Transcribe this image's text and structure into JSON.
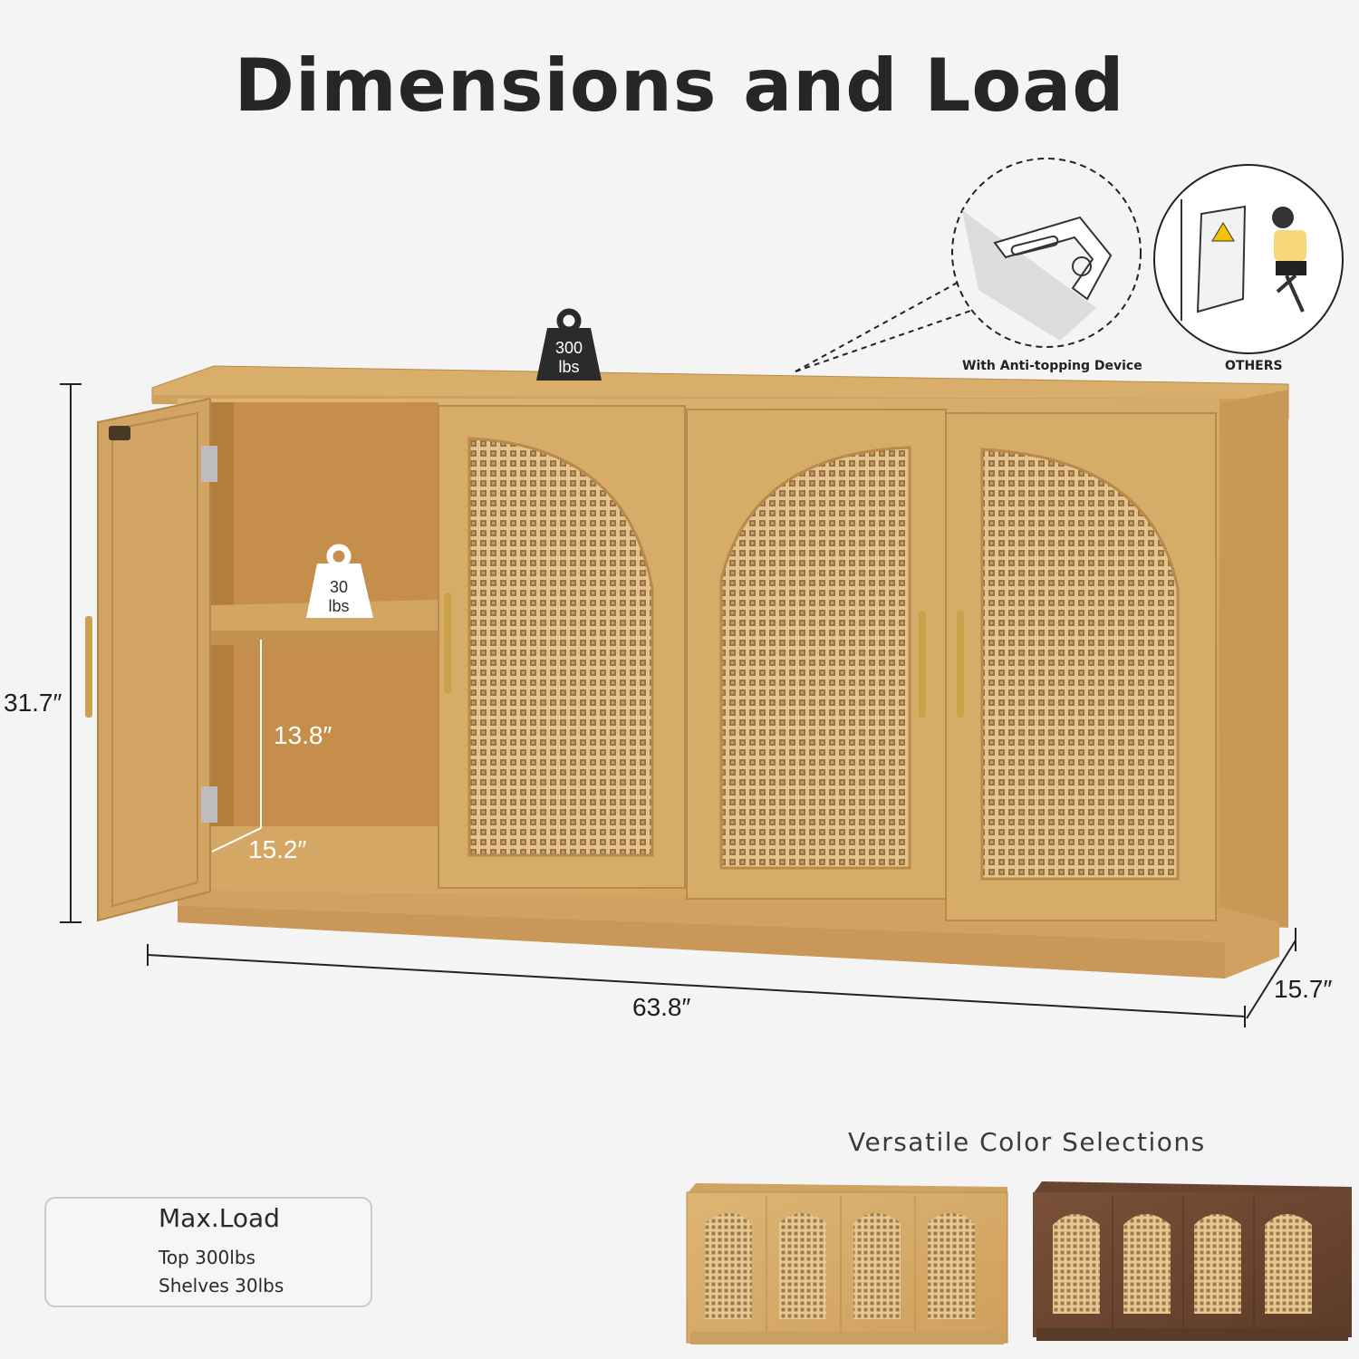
{
  "heading": "Dimensions and Load",
  "dimensions": {
    "height": "31.7″",
    "width": "63.8″",
    "depth": "15.7″",
    "shelf_height": "13.8″",
    "shelf_depth": "15.2″"
  },
  "weights": {
    "top": [
      "300",
      "lbs"
    ],
    "shelf": [
      "30",
      "lbs"
    ]
  },
  "insets": {
    "anti_tip_caption": "With Anti-topping Device",
    "others_caption": "OTHERS"
  },
  "colors_section": {
    "title": "Versatile Color Selections",
    "options": [
      {
        "finish": "natural-oak",
        "hex": "#d3a866"
      },
      {
        "finish": "walnut",
        "hex": "#6b4632"
      }
    ]
  },
  "max_load": {
    "title": "Max.Load",
    "lines": [
      "Top 300lbs",
      "Shelves 30lbs"
    ]
  },
  "palette": {
    "oak": "#d6ab69",
    "oak_dark": "#b98a4a",
    "rattan": "#e0bc82",
    "gold": "#c9a24a",
    "weight_icon": "#2b2b2b"
  }
}
